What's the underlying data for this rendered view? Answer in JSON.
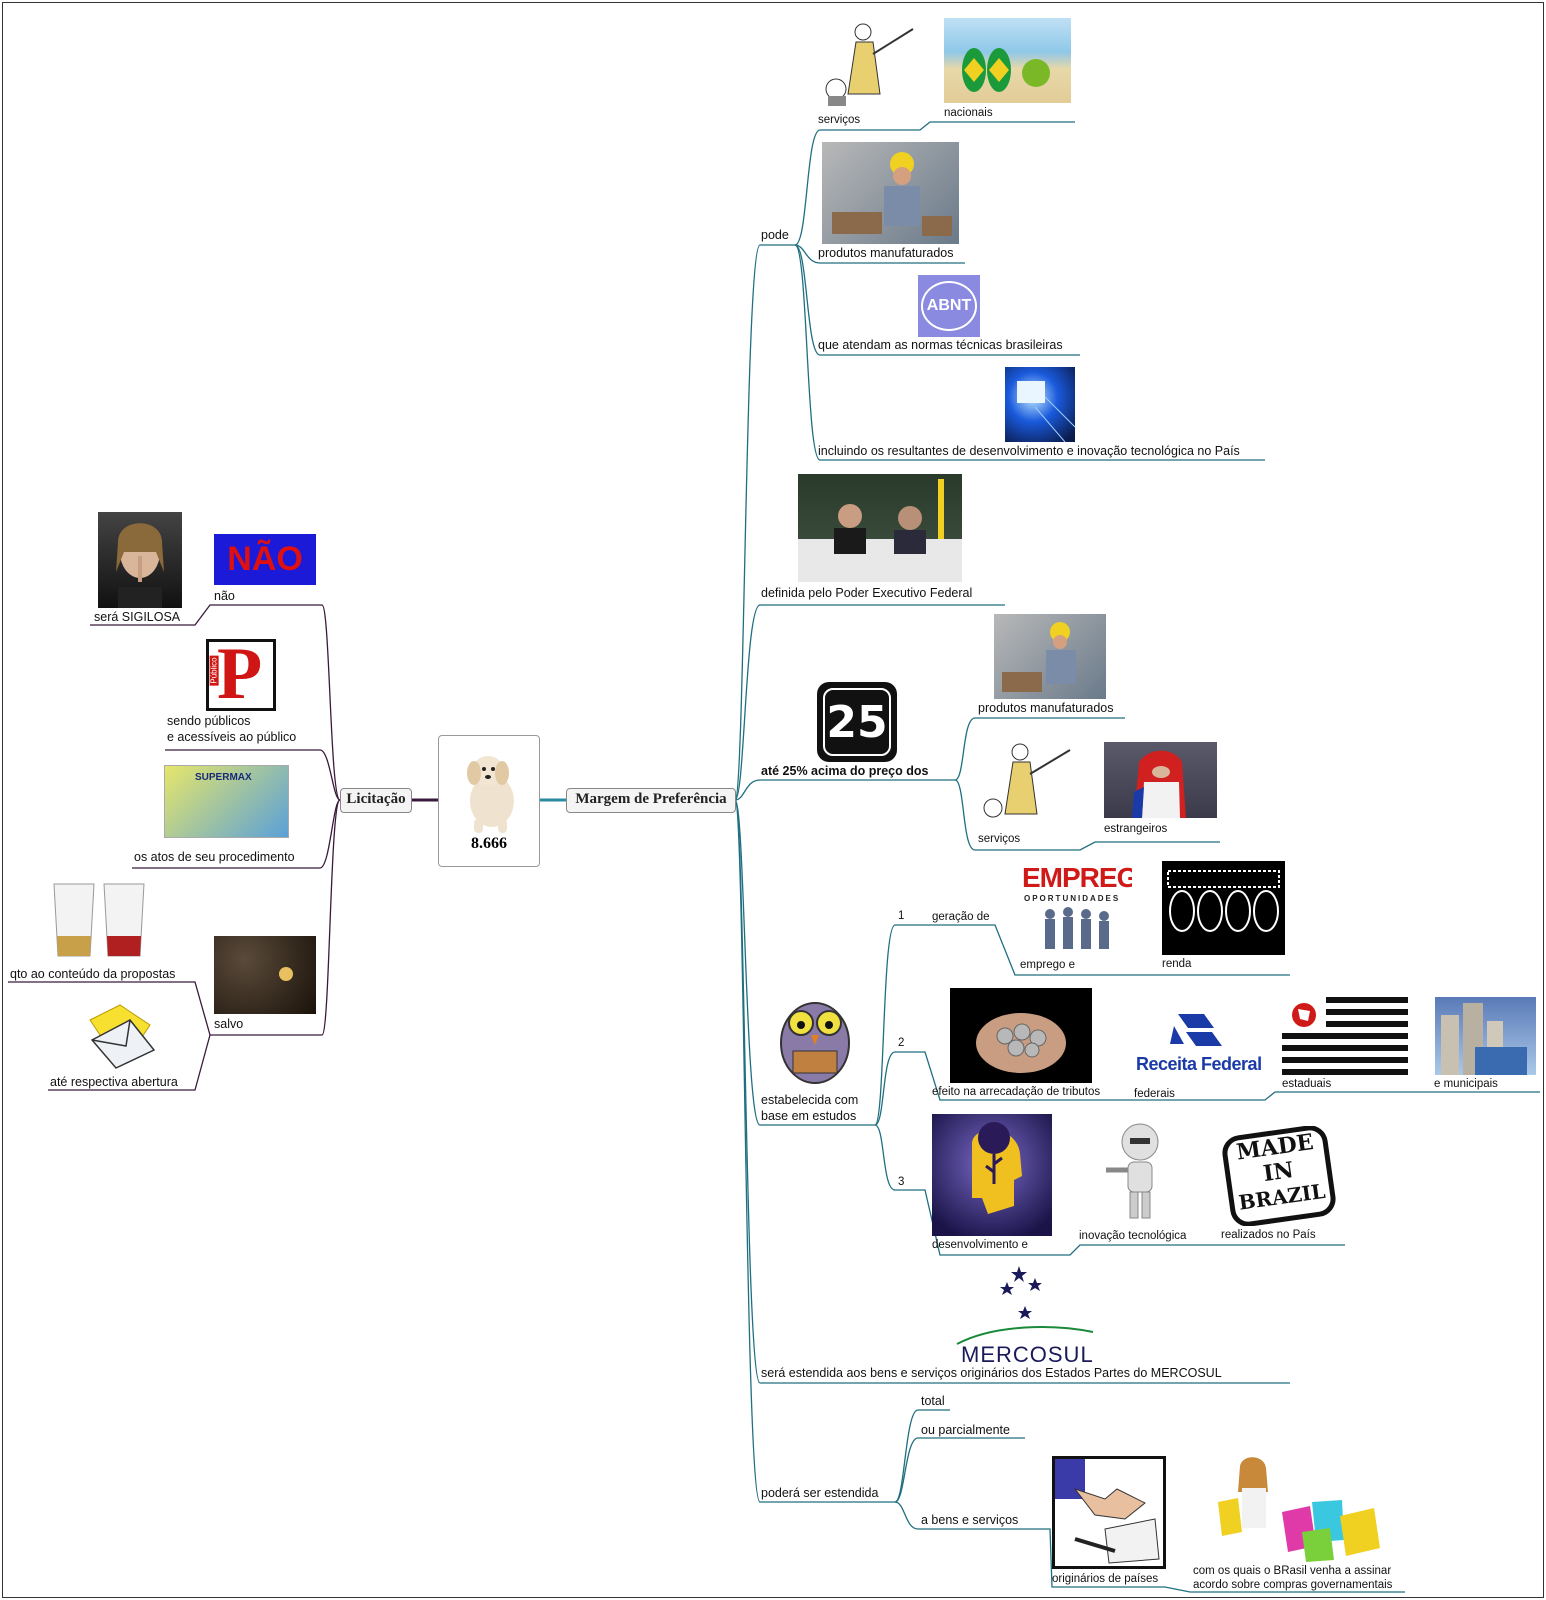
{
  "center": {
    "title": "8.666"
  },
  "left_root": {
    "label": "Licitação"
  },
  "right_root": {
    "label": "Margem de Preferência"
  },
  "left": {
    "sigilosa": "será SIGILOSA",
    "nao": "não",
    "nao_logo": "NÃO",
    "publico_logo": "P",
    "publico_logo_small": "Público",
    "publicos_1": "sendo públicos",
    "publicos_2": "e acessíveis ao público",
    "atos": "os atos de seu procedimento",
    "conteudo": "qto ao conteúdo da propostas",
    "salvo": "salvo",
    "abertura": "até respectiva abertura",
    "glove_brand": "SUPERMAX"
  },
  "right": {
    "pode": "pode",
    "servicos": "serviços",
    "nacionais": "nacionais",
    "produtos": "produtos manufaturados",
    "normas": "que atendam as normas técnicas brasileiras",
    "abnt_logo": "ABNT",
    "incluindo": "incluindo os resultantes de desenvolvimento e inovação tecnológica no País",
    "definida": "definida pelo Poder Executivo Federal",
    "ate25": "até 25% acima do preço dos",
    "sign25": "25",
    "produtos2": "produtos manufaturados",
    "servicos2": "serviços",
    "estrangeiros": "estrangeiros",
    "estudos_1": "estabelecida com",
    "estudos_2": "base em estudos",
    "n1": "1",
    "geracao": "geração de",
    "emprego_logo": "EMPREGO",
    "emprego_sub": "OPORTUNIDADES",
    "emprego": "emprego e",
    "renda": "renda",
    "n2": "2",
    "efeito": "efeito na arrecadação de tributos",
    "receita_logo": "Receita Federal",
    "federais": "federais",
    "estaduais": "estaduais",
    "municipais": "e municipais",
    "n3": "3",
    "desenvolvimento": "desenvolvimento e",
    "inovacao": "inovação tecnológica",
    "made_in_1": "MADE",
    "made_in_2": "IN",
    "made_in_3": "BRAZIL",
    "realizados": "realizados no País",
    "mercosul_logo": "MERCOSUL",
    "mercosul": "será estendida aos bens e serviços originários dos Estados Partes do MERCOSUL",
    "podera": "poderá ser estendida",
    "total": "total",
    "parcialmente": "ou parcialmente",
    "bens": "a bens e serviços",
    "originarios": "originários de países",
    "assinar_1": "com os quais o BRasil venha a assinar",
    "assinar_2": "acordo sobre compras governamentais"
  },
  "colors": {
    "left_branch": "#3a1a3a",
    "right_branch": "#1f6f80",
    "root_link": "#2a8aa0"
  }
}
